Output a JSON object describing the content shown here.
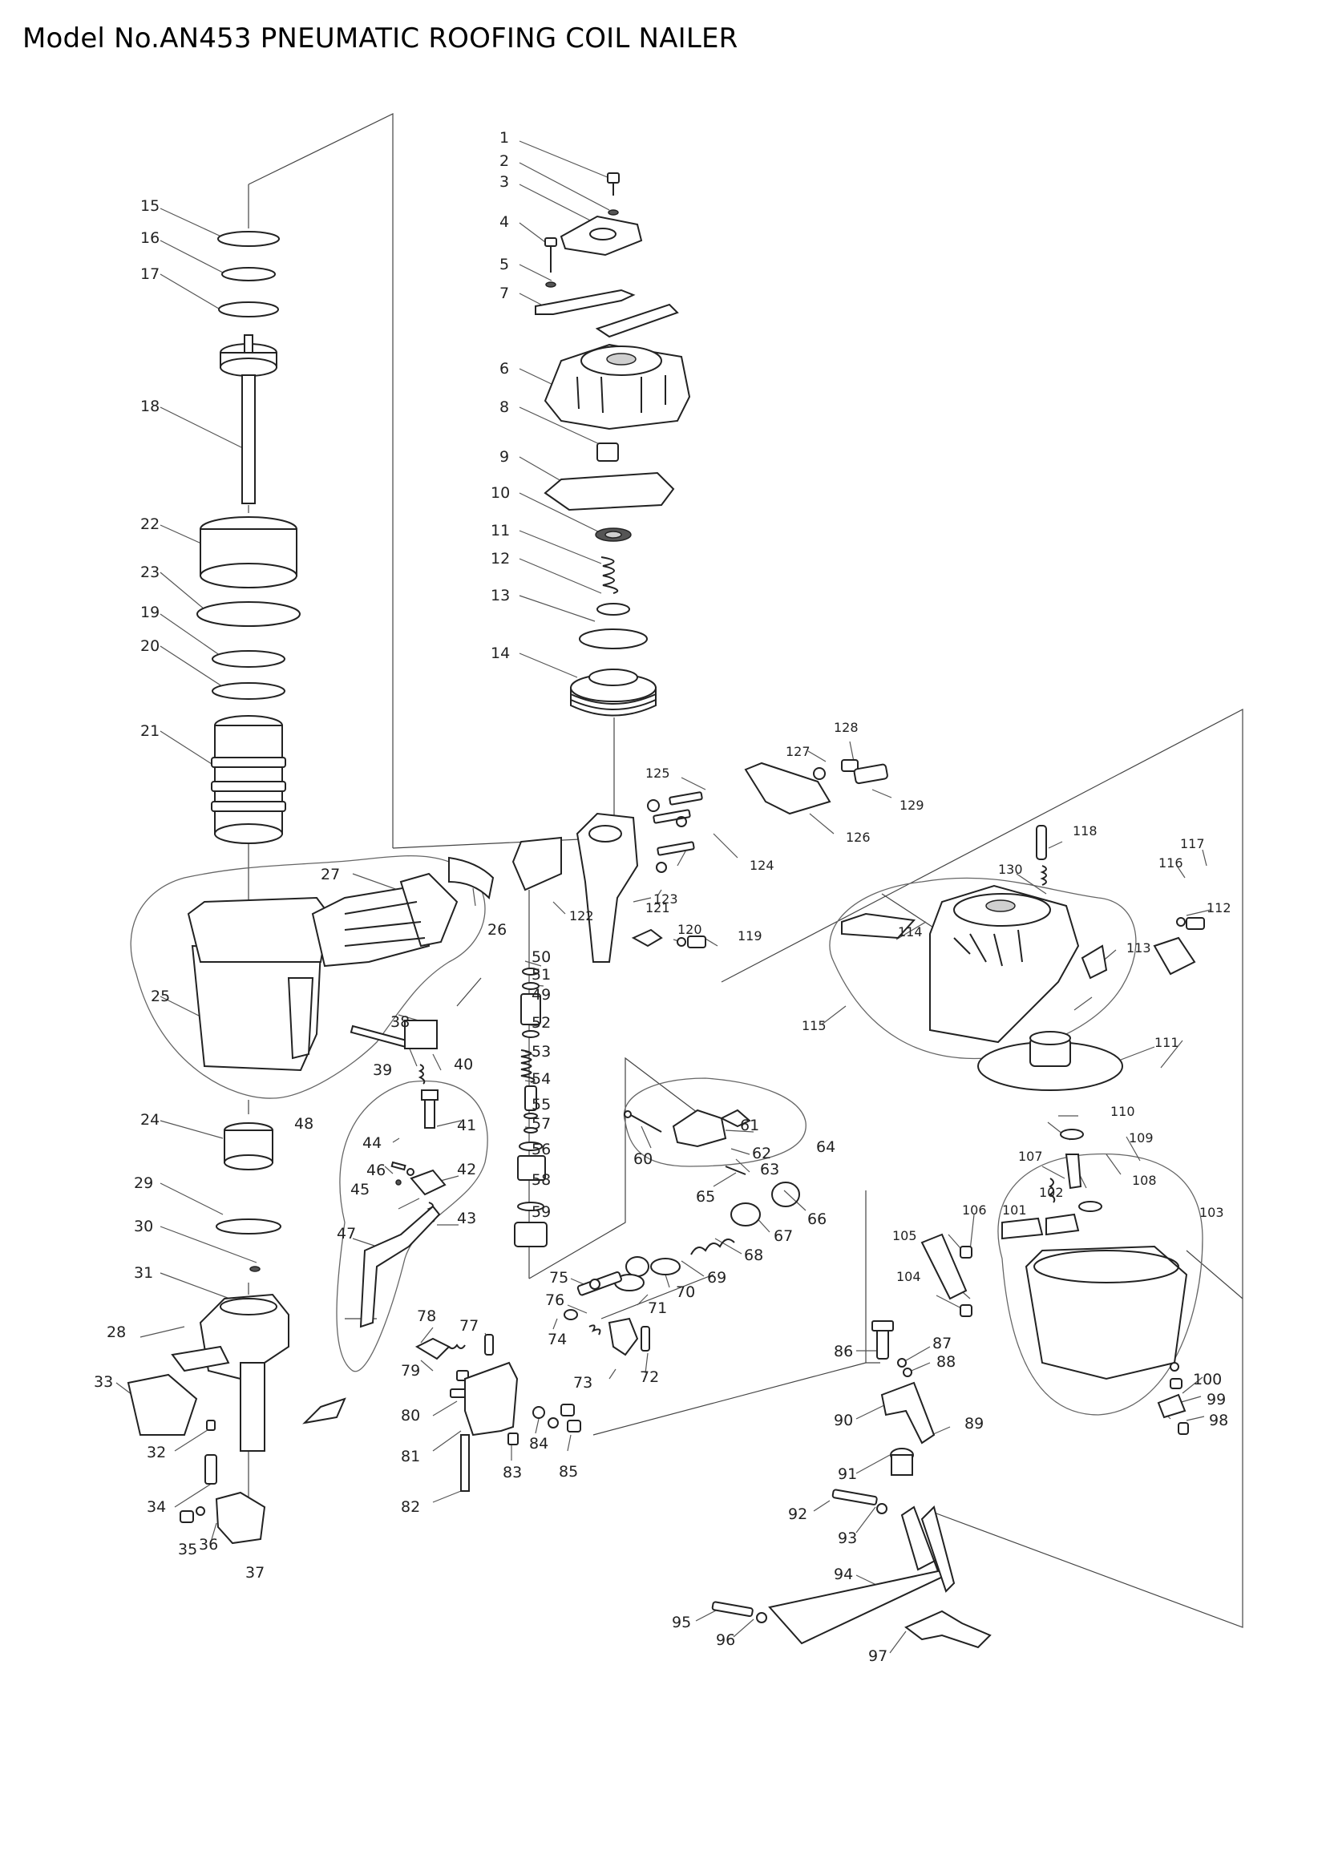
{
  "title": "Model No.AN453 PNEUMATIC ROOFING COIL NAILER",
  "part_numbers": [
    "1",
    "2",
    "3",
    "4",
    "5",
    "6",
    "7",
    "8",
    "9",
    "10",
    "11",
    "12",
    "13",
    "14",
    "15",
    "16",
    "17",
    "18",
    "19",
    "20",
    "21",
    "22",
    "23",
    "24",
    "25",
    "26",
    "27",
    "28",
    "29",
    "30",
    "31",
    "32",
    "33",
    "34",
    "35",
    "36",
    "37",
    "38",
    "39",
    "40",
    "41",
    "42",
    "43",
    "44",
    "45",
    "46",
    "47",
    "48",
    "49",
    "50",
    "51",
    "52",
    "53",
    "54",
    "55",
    "56",
    "57",
    "58",
    "59",
    "60",
    "61",
    "62",
    "63",
    "64",
    "65",
    "66",
    "67",
    "68",
    "69",
    "70",
    "71",
    "72",
    "73",
    "74",
    "75",
    "76",
    "77",
    "78",
    "79",
    "80",
    "81",
    "82",
    "83",
    "84",
    "85",
    "86",
    "87",
    "88",
    "89",
    "90",
    "91",
    "92",
    "93",
    "94",
    "95",
    "96",
    "97",
    "98",
    "99",
    "100",
    "101",
    "102",
    "103",
    "104",
    "105",
    "106",
    "107",
    "108",
    "109",
    "110",
    "111",
    "112",
    "113",
    "114",
    "115",
    "116",
    "117",
    "118",
    "119",
    "120",
    "121",
    "122",
    "123",
    "124",
    "125",
    "126",
    "127",
    "128",
    "129",
    "130"
  ]
}
